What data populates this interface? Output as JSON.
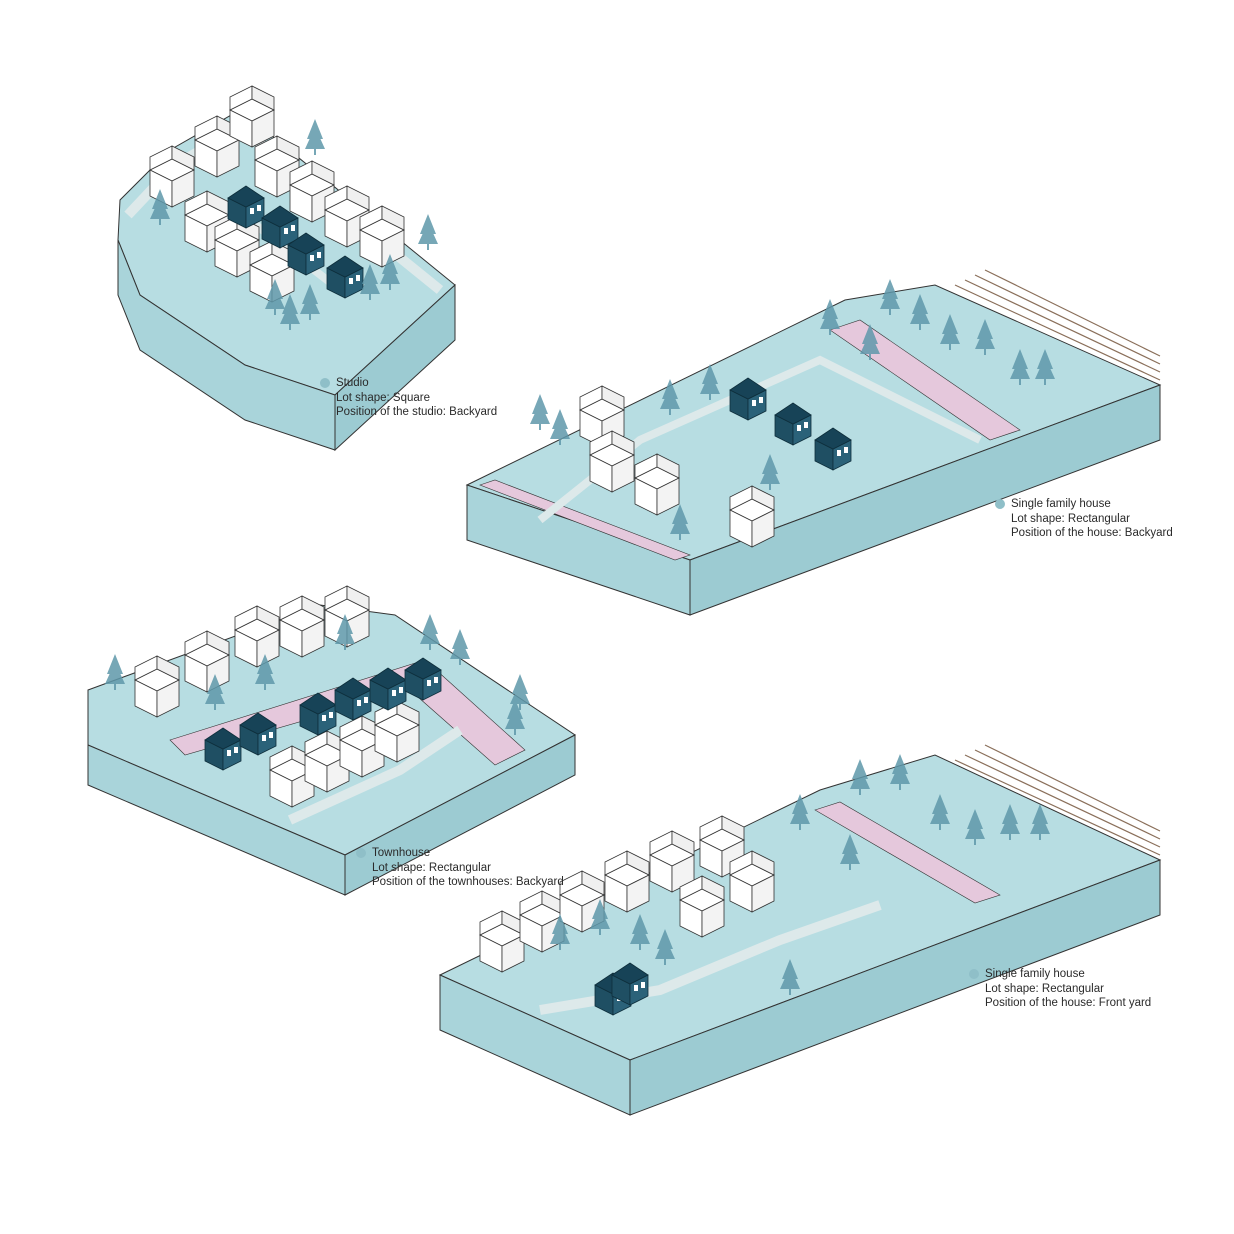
{
  "colors": {
    "ground": "#b7dde2",
    "ground_side": "#a9d4da",
    "road": "#dde9ea",
    "pink_path": "#e5c8dc",
    "building_new": "#1f4f63",
    "building_existing": "#ffffff",
    "tree": "#5f98aa",
    "legend_dot": "#8fbfc8"
  },
  "panels": [
    {
      "id": "studio",
      "name": "Studio",
      "lot_shape": "Lot shape: Square",
      "position": "Position of the studio: Backyard"
    },
    {
      "id": "single-family-backyard",
      "name": "Single family house",
      "lot_shape": "Lot shape: Rectangular",
      "position": "Position of the house: Backyard"
    },
    {
      "id": "townhouse",
      "name": "Townhouse",
      "lot_shape": "Lot shape: Rectangular",
      "position": "Position of the townhouses: Backyard"
    },
    {
      "id": "single-family-frontyard",
      "name": "Single family house",
      "lot_shape": "Lot shape: Rectangular",
      "position": "Position of the house: Front yard"
    }
  ]
}
